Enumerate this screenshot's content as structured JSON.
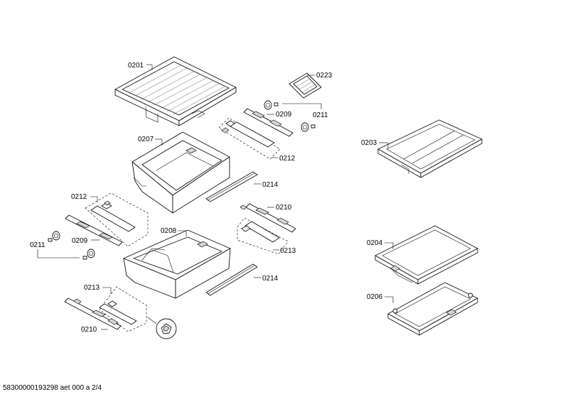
{
  "labels": {
    "l0201": "0201",
    "l0223": "0223",
    "l0209a": "0209",
    "l0211a": "0211",
    "l0207": "0207",
    "l0212a": "0212",
    "l0214a": "0214",
    "l0212b": "0212",
    "l0210a": "0210",
    "l0209b": "0209",
    "l0211b": "0211",
    "l0213a": "0213",
    "l0208": "0208",
    "l0214b": "0214",
    "l0213b": "0213",
    "l0210b": "0210",
    "l0203": "0203",
    "l0204": "0204",
    "l0206": "0206"
  },
  "footer": "58300000193298 aet 000 a 2/4"
}
